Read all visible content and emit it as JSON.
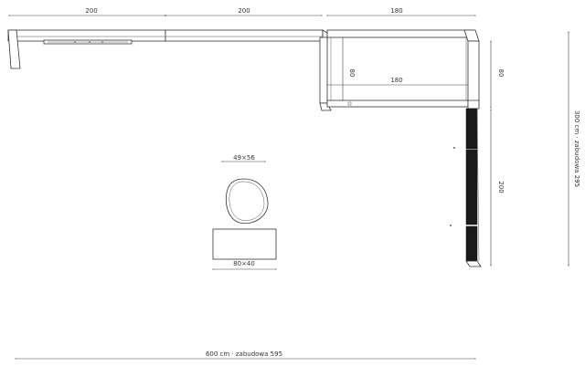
{
  "dimensions": {
    "top_left": "200",
    "top_middle": "200",
    "top_right": "180",
    "inner_width": "180",
    "inner_depth": "80",
    "right_upper": "80",
    "right_lower": "200",
    "total_height": "300 cm · zabudowa 295",
    "total_width": "600 cm · zabudowa 595"
  },
  "furniture": {
    "pouf_label": "49×56",
    "table_label": "80×40"
  }
}
